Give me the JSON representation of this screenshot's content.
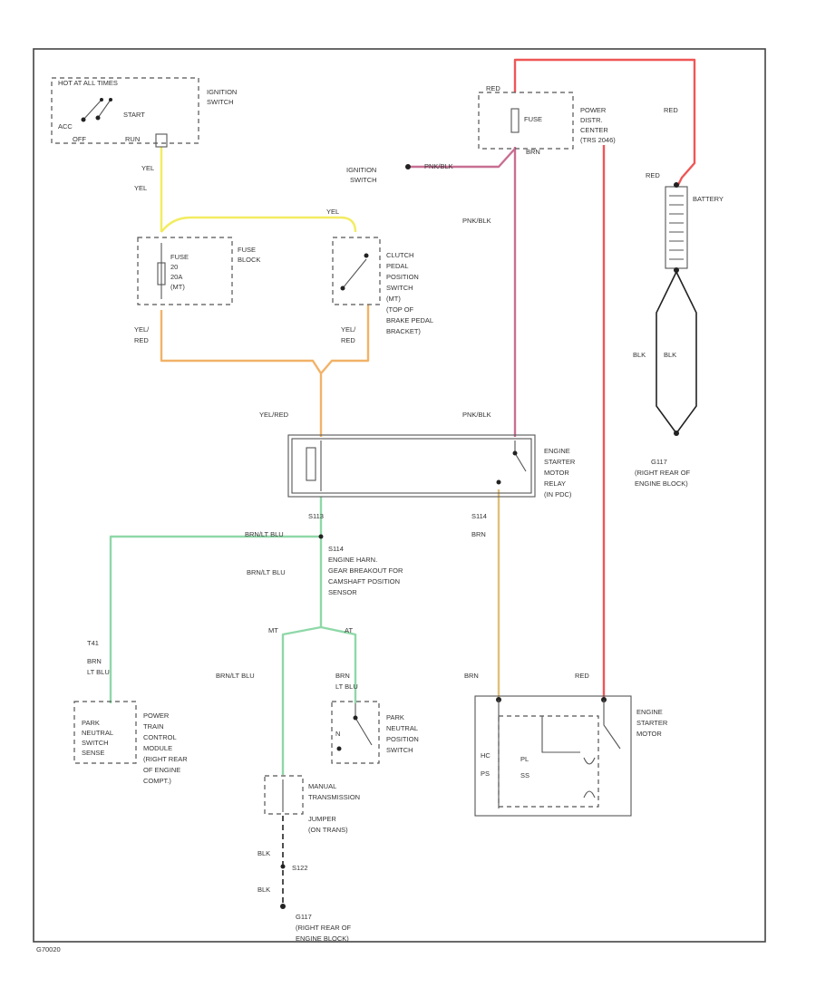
{
  "colors": {
    "yellow": "#f2ec60",
    "orange": "#f2b268",
    "red": "#ef5656",
    "pink": "#c86e92",
    "green": "#8fd8a8",
    "tan": "#e2c07a",
    "black": "#222222"
  },
  "ignition_switch": {
    "header": "HOT AT ALL TIMES",
    "label": [
      "IGNITION",
      "SWITCH"
    ],
    "acc": "ACC",
    "off": "OFF",
    "run": "RUN",
    "start": "START"
  },
  "wire_ignition_to_fuse": [
    "YEL"
  ],
  "fuse_block": {
    "label": [
      "FUSE",
      "BLOCK"
    ],
    "fuse": [
      "FUSE",
      "20",
      "20A",
      "(MT)"
    ]
  },
  "yel_top_right": "YEL",
  "clutch_switch": {
    "label": [
      "CLUTCH",
      "PEDAL",
      "POSITION",
      "SWITCH",
      "(MT)",
      "(TOP OF",
      "BRAKE PEDAL",
      "BRACKET)"
    ]
  },
  "wire_fuse_out": [
    "YEL/",
    "RED"
  ],
  "wire_clutch_out": [
    "YEL/",
    "RED"
  ],
  "yel_red_label": "YEL/RED",
  "power_center": {
    "top_wire": "RED",
    "fuse_label": "FUSE",
    "bottom_wire": "BRN",
    "label": [
      "POWER",
      "DISTR.",
      "CENTER",
      "(TRS 2046)"
    ]
  },
  "battery_wire": "RED",
  "ignition_switch_ref": [
    "IGNITION",
    "SWITCH"
  ],
  "pnk_blk_1": "PNK/BLK",
  "pnk_blk_2": "PNK/BLK",
  "pnk_blk_3": "PNK/BLK",
  "battery": {
    "top_wire": "RED",
    "label": "BATTERY",
    "wire_left": "BLK",
    "wire_right": "BLK",
    "ground": [
      "G117",
      "(RIGHT REAR OF",
      "ENGINE BLOCK)"
    ]
  },
  "starter_relay": {
    "label": [
      "ENGINE",
      "STARTER",
      "MOTOR",
      "RELAY",
      "(IN PDC)"
    ]
  },
  "splice_s113": "S113",
  "brn_lt_blu_1": "BRN/LT BLU",
  "brn_lt_blu_2": "BRN/LT BLU",
  "engine_harn": [
    "S114",
    "ENGINE HARN.",
    "GEAR BREAKOUT FOR",
    "CAMSHAFT POSITION",
    "SENSOR"
  ],
  "s114_brn": [
    "S114",
    "BRN"
  ],
  "pcm_wire": [
    "T41",
    "BRN",
    "LT BLU"
  ],
  "pcm": {
    "left": [
      "PARK",
      "NEUTRAL",
      "SWITCH",
      "SENSE"
    ],
    "right": [
      "POWER",
      "TRAIN",
      "CONTROL",
      "MODULE",
      "(RIGHT REAR",
      "OF ENGINE",
      "COMPT.)"
    ]
  },
  "at_mt": [
    "MT",
    "AT"
  ],
  "brn_lt_blu_3": "BRN/LT BLU",
  "pn_wire": [
    "BRN",
    "LT BLU"
  ],
  "pn_switch": {
    "label": [
      "PARK",
      "NEUTRAL",
      "POSITION",
      "SWITCH"
    ],
    "pole": "N"
  },
  "jumper": {
    "label": [
      "MANUAL",
      "TRANSMISSION",
      "JUMPER",
      "(ON TRANS)"
    ]
  },
  "blk_1": "BLK",
  "splice_s122": "S122",
  "blk_2": "BLK",
  "ground_g117": [
    "G117",
    "(RIGHT REAR OF",
    "ENGINE BLOCK)"
  ],
  "brn_label": "BRN",
  "red_label": "RED",
  "starter_motor": {
    "label": [
      "ENGINE",
      "STARTER",
      "MOTOR"
    ],
    "inner_left": [
      "HC",
      "PS"
    ],
    "inner_center": [
      "PL",
      "SS"
    ]
  },
  "figure_code": "G70020"
}
